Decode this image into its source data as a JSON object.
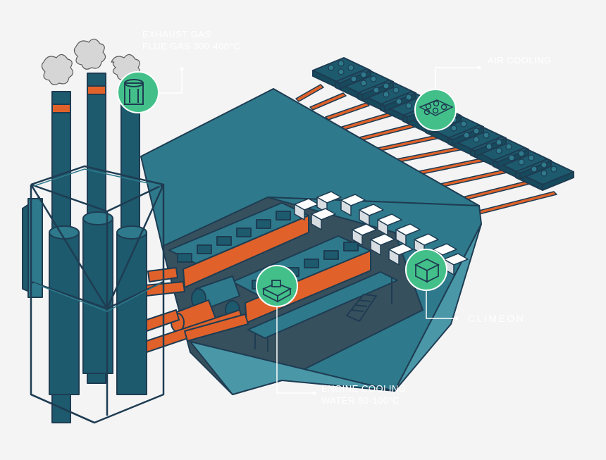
{
  "labels": {
    "exhaust": {
      "line1": "EXHAUST GAS",
      "line2": "FLUE GAS 300-400°C"
    },
    "air_cooling": "AIR COOLING",
    "engine_cooling": {
      "line1": "ENGINE COOLING",
      "line2": "WATER 80-100°C"
    },
    "brand": "CLIMEON"
  },
  "colors": {
    "background": "#f4f4f5",
    "outline": "#1e3c52",
    "teal_dark": "#1d5a6e",
    "teal_mid": "#2e7a8c",
    "teal_light": "#4a97a8",
    "floor": "#37505e",
    "orange": "#e0622a",
    "highlight_green": "#43c08a",
    "module_white": "#ffffff",
    "label_text": "#ffffff"
  },
  "icons": [
    "smoke-icon",
    "heat-exchanger-icon",
    "fan-grid-icon",
    "engine-module-icon",
    "climeon-module-icon"
  ]
}
